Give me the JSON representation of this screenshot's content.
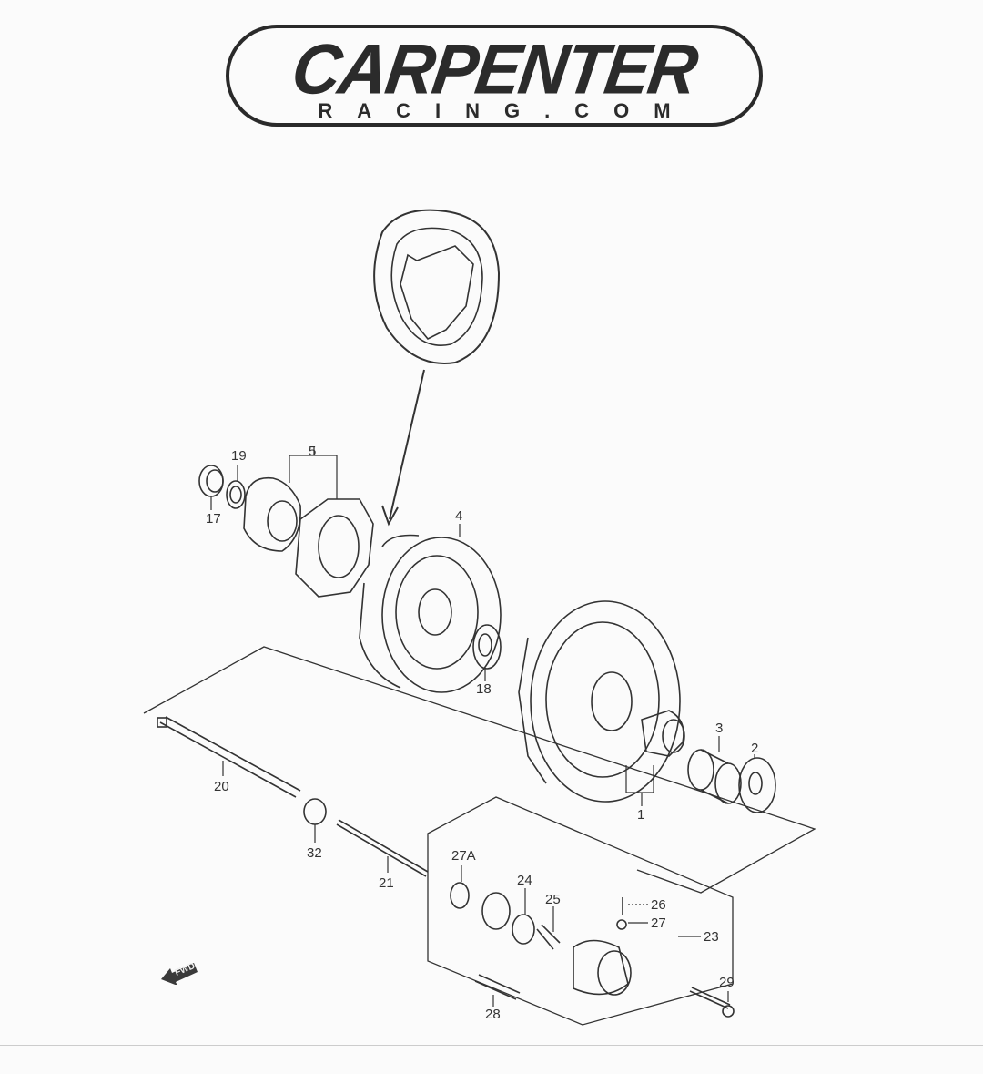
{
  "logo": {
    "title": "CARPENTER",
    "subtitle": "RACING.COM"
  },
  "diagram": {
    "subject": "Clutch assembly exploded parts diagram",
    "direction_badge": "FWD",
    "parts": [
      {
        "id": "1",
        "label": "1"
      },
      {
        "id": "2",
        "label": "2"
      },
      {
        "id": "3",
        "label": "3"
      },
      {
        "id": "4",
        "label": "4"
      },
      {
        "id": "5",
        "label": "5"
      },
      {
        "id": "17",
        "label": "17"
      },
      {
        "id": "18",
        "label": "18"
      },
      {
        "id": "19",
        "label": "19"
      },
      {
        "id": "20",
        "label": "20"
      },
      {
        "id": "21",
        "label": "21"
      },
      {
        "id": "23",
        "label": "23"
      },
      {
        "id": "24",
        "label": "24"
      },
      {
        "id": "25",
        "label": "25"
      },
      {
        "id": "26",
        "label": "26"
      },
      {
        "id": "27",
        "label": "27"
      },
      {
        "id": "27A",
        "label": "27A"
      },
      {
        "id": "28",
        "label": "28"
      },
      {
        "id": "29",
        "label": "29"
      },
      {
        "id": "32",
        "label": "32"
      }
    ]
  },
  "colors": {
    "ink": "#2a2a2a",
    "paper": "#fbfbfb"
  }
}
